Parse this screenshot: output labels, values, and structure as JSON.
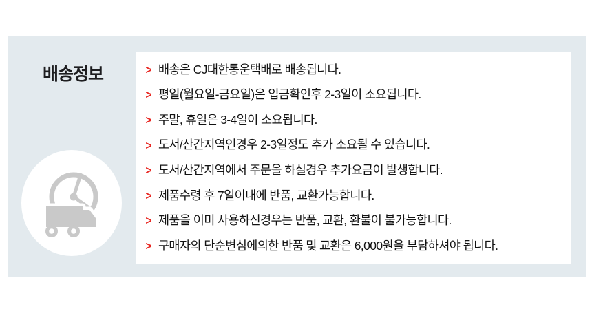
{
  "colors": {
    "panel_bg": "#e3eaee",
    "card_bg": "#ffffff",
    "accent_red": "#e8241f",
    "text_dark": "#121212",
    "title_dark": "#1d1d1f",
    "icon_gray": "#c9c9c9"
  },
  "section": {
    "title": "배송정보",
    "icon": "delivery-truck-clock-icon"
  },
  "shipping_list": {
    "bullet": ">",
    "items": [
      "배송은 CJ대한통운택배로 배송됩니다.",
      "평일(월요일-금요일)은 입금확인후 2-3일이 소요됩니다.",
      "주말, 휴일은 3-4일이 소요됩니다.",
      "도서/산간지역인경우 2-3일정도 추가 소요될 수 있습니다.",
      "도서/산간지역에서 주문을 하실경우 추가요금이 발생합니다.",
      "제품수령 후 7일이내에 반품, 교환가능합니다.",
      "제품을 이미 사용하신경우는 반품, 교환, 환불이 불가능합니다.",
      "구매자의 단순변심에의한 반품 및 교환은 6,000원을 부담하셔야 됩니다."
    ]
  }
}
